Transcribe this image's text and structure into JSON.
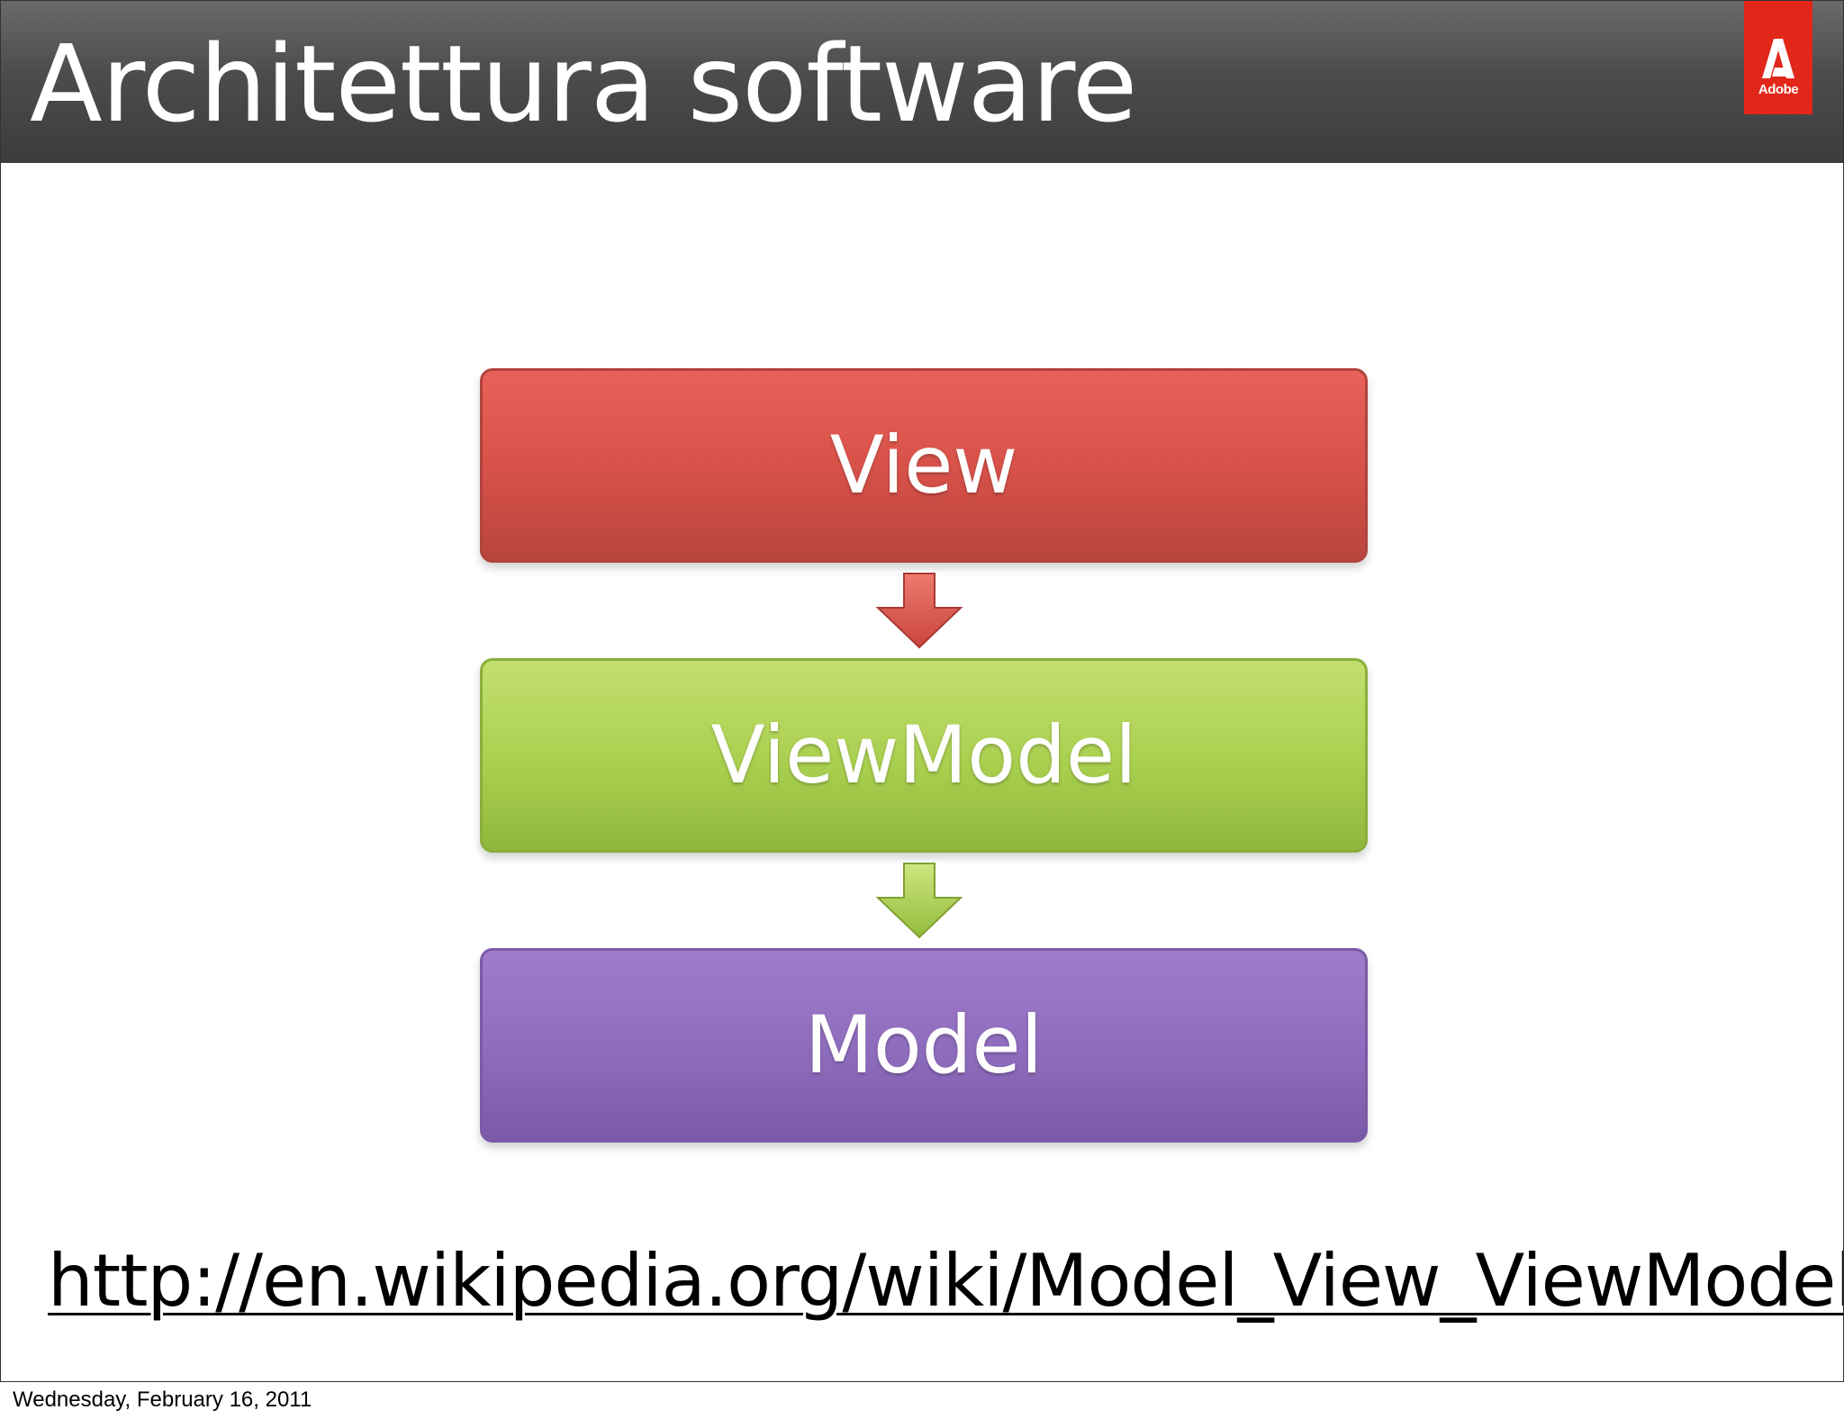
{
  "slide": {
    "title": "Architettura software",
    "logo": {
      "name": "adobe-logo",
      "text": "Adobe",
      "color": "#e0271a"
    }
  },
  "diagram": {
    "boxes": [
      {
        "label": "View",
        "color": "#d8524a"
      },
      {
        "label": "ViewModel",
        "color": "#a9cf4f"
      },
      {
        "label": "Model",
        "color": "#8e6cbd"
      }
    ],
    "arrows": [
      {
        "icon": "arrow-down-icon",
        "color": "#d8524a"
      },
      {
        "icon": "arrow-down-icon",
        "color": "#a9cf4f"
      }
    ]
  },
  "link": {
    "text": "http://en.wikipedia.org/wiki/Model_View_ViewModel"
  },
  "footer": {
    "date": "Wednesday, February 16, 2011"
  }
}
